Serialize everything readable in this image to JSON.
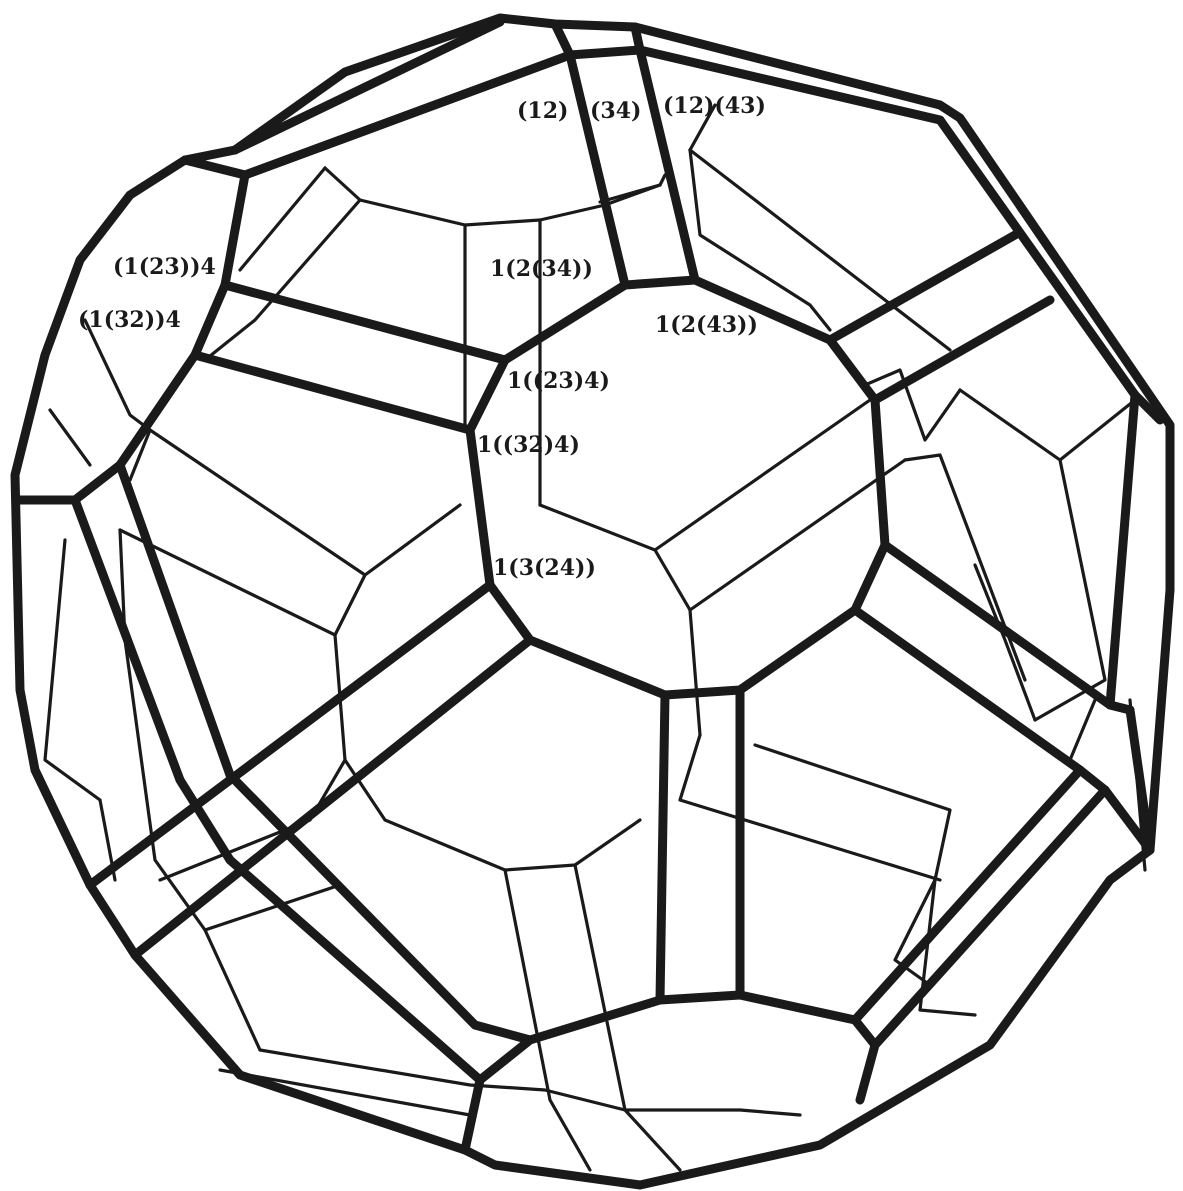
{
  "diagram": {
    "labels": [
      {
        "id": "l1",
        "text": "(12)"
      },
      {
        "id": "l2",
        "text": "(34)"
      },
      {
        "id": "l3",
        "text": "(12)(43)"
      },
      {
        "id": "l4",
        "text": "(1(23))4"
      },
      {
        "id": "l5",
        "text": "(1(32))4"
      },
      {
        "id": "l6",
        "text": "1(2(34))"
      },
      {
        "id": "l7",
        "text": "1(2(43))"
      },
      {
        "id": "l8",
        "text": "1((23)4)"
      },
      {
        "id": "l9",
        "text": "1((32)4)"
      },
      {
        "id": "l10",
        "text": "1(3(24))"
      }
    ]
  }
}
